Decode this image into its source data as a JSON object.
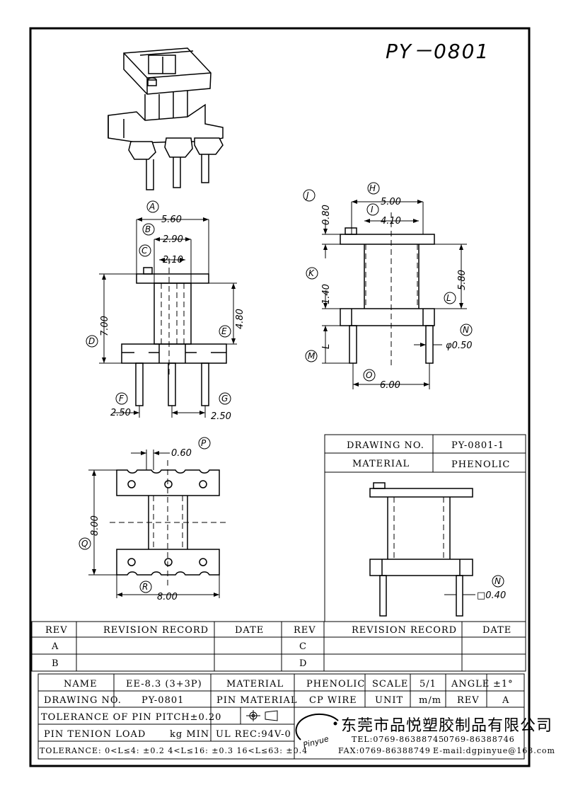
{
  "title": "PY－0801",
  "dims": {
    "A": "A",
    "A_val": "5.60",
    "B": "B",
    "B_val": "2.90",
    "C": "C",
    "C_val": "2.10",
    "D": "D",
    "D_val": "7.00",
    "E": "E",
    "E_val": "4.80",
    "F": "F",
    "F_val": "2.50",
    "G": "G",
    "G_val": "2.50",
    "H": "H",
    "H_val": "5.00",
    "I": "I",
    "I_val": "4.10",
    "J": "J",
    "J_val": "0.80",
    "K": "K",
    "K_val": "1.40",
    "L": "L",
    "L_val": "5.80",
    "M": "M",
    "M_val": "L",
    "N": "N",
    "N_val": "φ0.50",
    "O": "O",
    "O_val": "6.00",
    "P": "P",
    "P_val": "0.60",
    "Q": "Q",
    "Q_val": "8.00",
    "R": "R",
    "R_val": "8.00",
    "N2": "N",
    "N2_val": "□0.40"
  },
  "info_box": {
    "drawing_no_label": "DRAWING NO.",
    "drawing_no_value": "PY-0801-1",
    "material_label": "MATERIAL",
    "material_value": "PHENOLIC"
  },
  "revision": {
    "rev": "REV",
    "record": "REVISION RECORD",
    "date": "DATE",
    "a": "A",
    "b": "B",
    "c": "C",
    "d": "D"
  },
  "title_block": {
    "name_label": "NAME",
    "name_value": "EE-8.3 (3+3P)",
    "material_label": "MATERIAL",
    "material_value": "PHENOLIC",
    "scale_label": "SCALE",
    "scale_value": "5/1",
    "angle_label": "ANGLE",
    "angle_value": "±1°",
    "drawing_no_label": "DRAWING NO.",
    "drawing_no_value": "PY-0801",
    "pin_material_label": "PIN MATERIAL",
    "pin_material_value": "CP WIRE",
    "unit_label": "UNIT",
    "unit_value": "m/m",
    "rev_label": "REV",
    "rev_value": "A",
    "tolerance_pitch": "TOLERANCE OF PIN PITCH±0.20",
    "pin_tension": "PIN TENION LOAD",
    "pin_tension_unit": "kg MIN",
    "ul": "UL REC:94V-0",
    "tolerance_line": "TOLERANCE: 0<L≤4: ±0.2  4<L≤16: ±0.3  16<L≤63: ±0.4",
    "logo_text": "Pinyue",
    "company": "东莞市品悦塑胶制品有限公司",
    "tel": "TEL:0769-86388745",
    "tel2": "0769-86388746",
    "fax": "FAX:0769-86388749",
    "email": "E-mail:dgpinyue@163.com"
  }
}
